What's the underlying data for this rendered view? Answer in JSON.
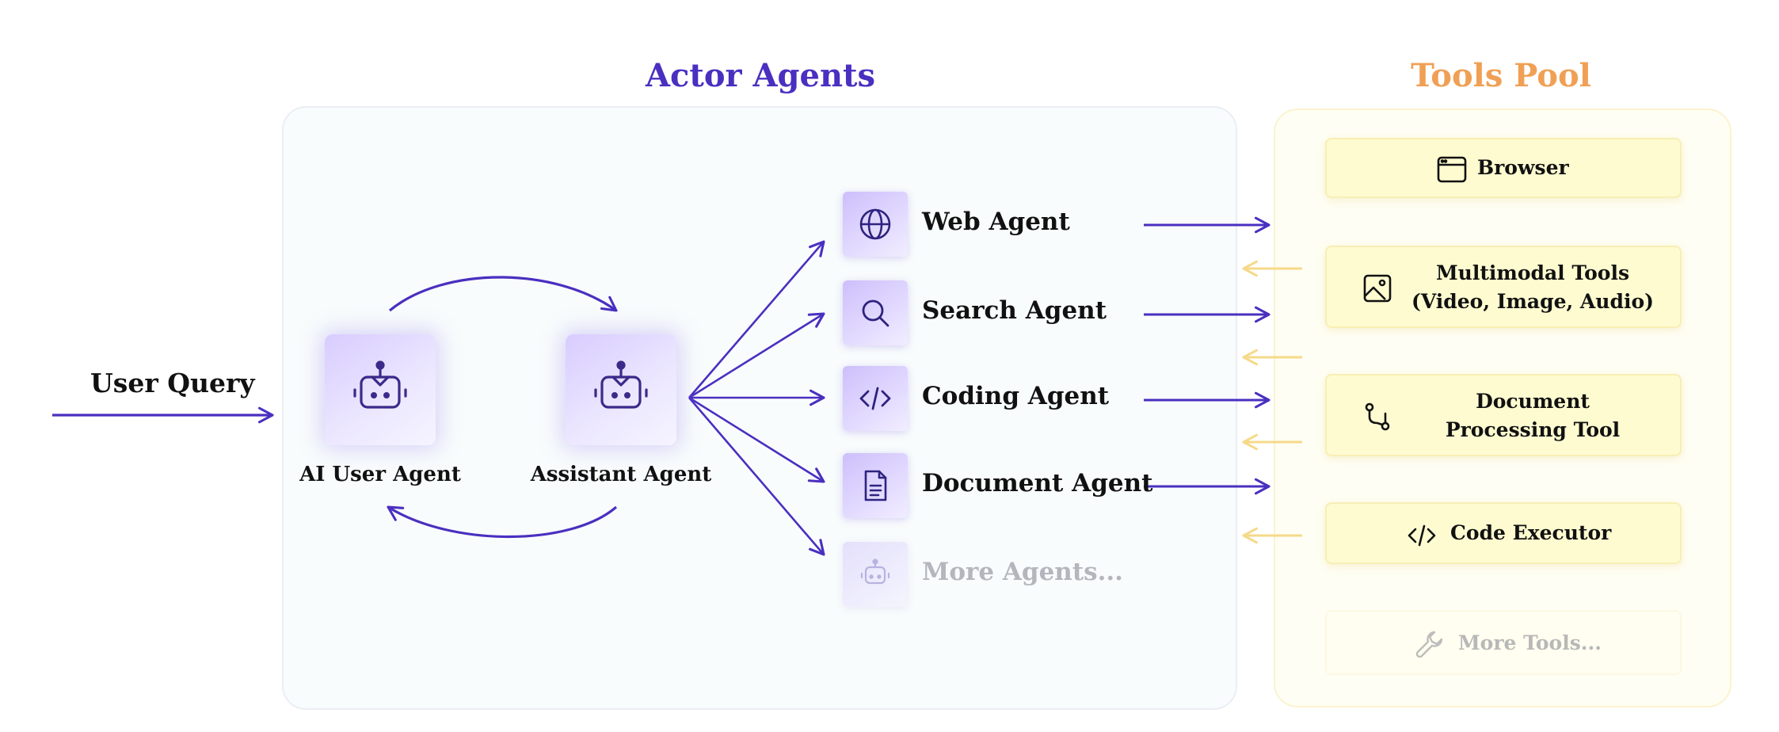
{
  "actor_agents": {
    "title": "Actor Agents",
    "user_query_label": "User Query",
    "ai_user_agent": {
      "label": "AI User Agent",
      "icon": "robot-icon"
    },
    "assistant_agent": {
      "label": "Assistant Agent",
      "icon": "robot-icon"
    },
    "agents": [
      {
        "label": "Web Agent",
        "icon": "globe-icon"
      },
      {
        "label": "Search Agent",
        "icon": "search-icon"
      },
      {
        "label": "Coding Agent",
        "icon": "code-icon"
      },
      {
        "label": "Document Agent",
        "icon": "document-icon"
      },
      {
        "label": "More Agents...",
        "icon": "robot-icon"
      }
    ]
  },
  "tools_pool": {
    "title": "Tools Pool",
    "tools": [
      {
        "line1": "Browser",
        "line2": "",
        "icon": "browser-window-icon"
      },
      {
        "line1": "Multimodal Tools",
        "line2": "(Video, Image, Audio)",
        "icon": "image-icon"
      },
      {
        "line1": "Document",
        "line2": "Processing Tool",
        "icon": "git-branch-icon"
      },
      {
        "line1": "Code Executor",
        "line2": "",
        "icon": "code-icon"
      },
      {
        "line1": "More Tools...",
        "line2": "",
        "icon": "wrench-icon"
      }
    ]
  },
  "colors": {
    "accent_purple": "#4a2fc0",
    "tools_orange": "#f0a055",
    "return_arrow_yellow": "#f6d98a"
  }
}
